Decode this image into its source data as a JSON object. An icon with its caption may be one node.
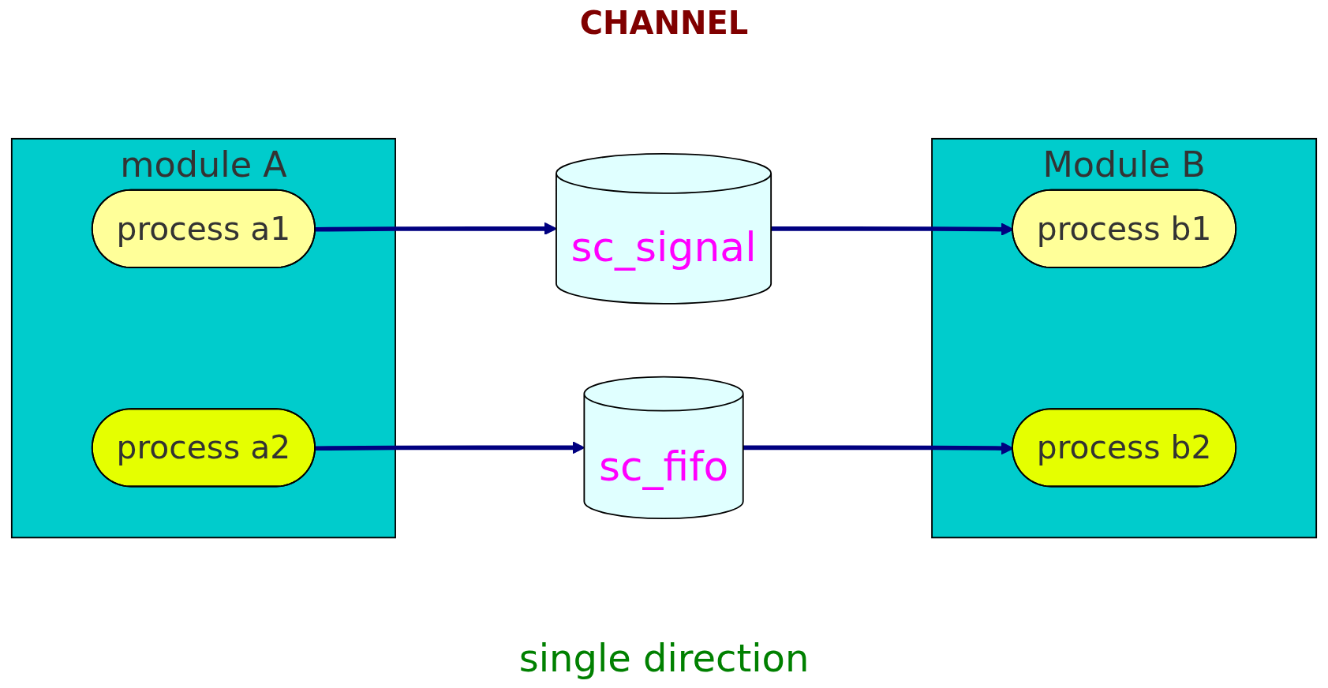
{
  "diagram": {
    "title": "CHANNEL",
    "caption": "single direction",
    "nodes": [
      {
        "text": [
          "module A"
        ]
      },
      {
        "text": [
          "process a1"
        ],
        "in": 0
      },
      {
        "text": [
          "process a2"
        ],
        "in": 0
      },
      {
        "text": [
          "sc_signal"
        ]
      },
      {
        "text": [
          "sc_fifo"
        ]
      },
      {
        "text": [
          "Module B"
        ]
      },
      {
        "text": [
          "process b1"
        ],
        "in": 5
      },
      {
        "text": [
          "process b2"
        ],
        "in": 5
      }
    ],
    "edges": [
      {
        "from": 1,
        "to": 3,
        "arrow": "to"
      },
      {
        "from": 3,
        "to": 6,
        "arrow": "to"
      },
      {
        "from": 2,
        "to": 4,
        "arrow": "to"
      },
      {
        "from": 4,
        "to": 7,
        "arrow": "to"
      }
    ]
  }
}
